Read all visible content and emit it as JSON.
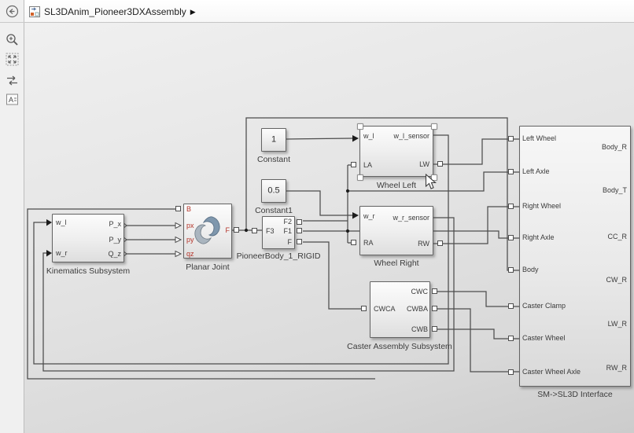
{
  "breadcrumb": {
    "model_name": "SL3DAnim_Pioneer3DXAssembly",
    "caret": "▶"
  },
  "toolbar": {
    "back_icon": "back-arrow",
    "zoom_icon": "zoom-in",
    "fit_icon": "fit-to-view",
    "pan_icon": "pan-arrows",
    "annotation_icon": "annotation-text",
    "annotation_letter": "A"
  },
  "blocks": {
    "kinematics": {
      "label": "Kinematics Subsystem",
      "inputs": [
        "w_l",
        "w_r"
      ],
      "outputs": [
        "P_x",
        "P_y",
        "Q_z"
      ]
    },
    "planar_joint": {
      "label": "Planar Joint",
      "base_port": "B",
      "signal_inputs": [
        "px",
        "py",
        "qz"
      ],
      "follower_port": "F"
    },
    "constant": {
      "value": "1",
      "label": "Constant"
    },
    "constant1": {
      "value": "0.5",
      "label": "Constant1"
    },
    "pioneer_body": {
      "label": "PioneerBody_1_RIGID",
      "left_port": "F3",
      "right_ports": [
        "F2",
        "F1",
        "F"
      ]
    },
    "wheel_left": {
      "label": "Wheel Left",
      "signal_in": "w_l",
      "conn_in": "LA",
      "signal_out": "w_l_sensor",
      "conn_out": "LW"
    },
    "wheel_right": {
      "label": "Wheel Right",
      "signal_in": "w_r",
      "conn_in": "RA",
      "signal_out": "w_r_sensor",
      "conn_out": "RW"
    },
    "caster_assembly": {
      "label": "Caster Assembly Subsystem",
      "input": "CWCA",
      "outputs": [
        "CWC",
        "CWBA",
        "CWB"
      ]
    },
    "sl3d_interface": {
      "label": "SM->SL3D Interface",
      "inputs": [
        "Left Wheel",
        "Left Axle",
        "Right Wheel",
        "Right Axle",
        "Body",
        "Caster Clamp",
        "Caster Wheel",
        "Caster Wheel Axle"
      ],
      "outputs": [
        "Body_R",
        "Body_T",
        "CC_R",
        "CW_R",
        "LW_R",
        "RW_R"
      ]
    }
  },
  "colors": {
    "port_label_red": "#b5342a",
    "wire": "#4c4c4c",
    "canvas_top": "#efefef",
    "canvas_bottom": "#cccccc",
    "block_border": "#636363"
  }
}
